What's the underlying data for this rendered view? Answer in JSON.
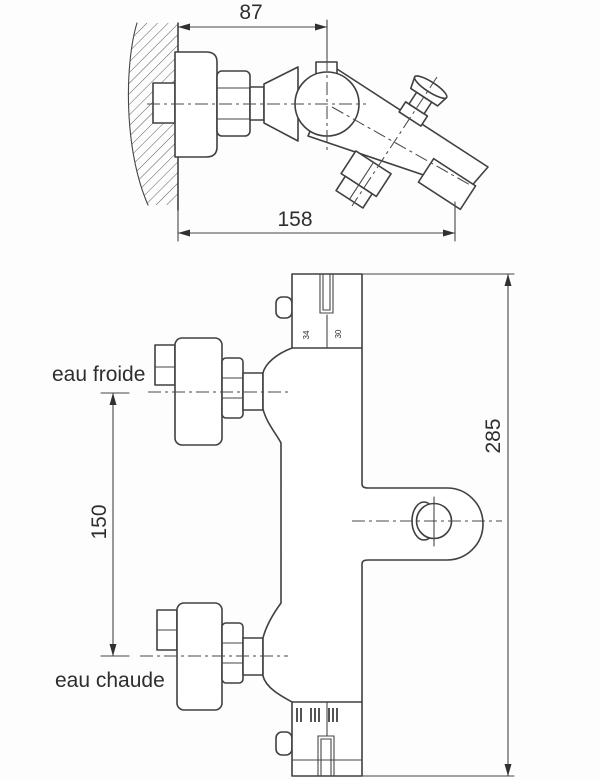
{
  "drawing": {
    "side_view": {
      "dim_wall_to_valve_axis": "87",
      "dim_wall_to_spout_end": "158"
    },
    "front_view": {
      "dim_overall_height": "285",
      "dim_inlet_spacing": "150",
      "cartridge_mark_left": "34",
      "cartridge_mark_right": "30",
      "label_cold_inlet": "eau froide",
      "label_hot_inlet": "eau chaude"
    },
    "colors": {
      "line": "#404040",
      "background": "#fdfdfd",
      "text": "#2e2e2e"
    }
  }
}
